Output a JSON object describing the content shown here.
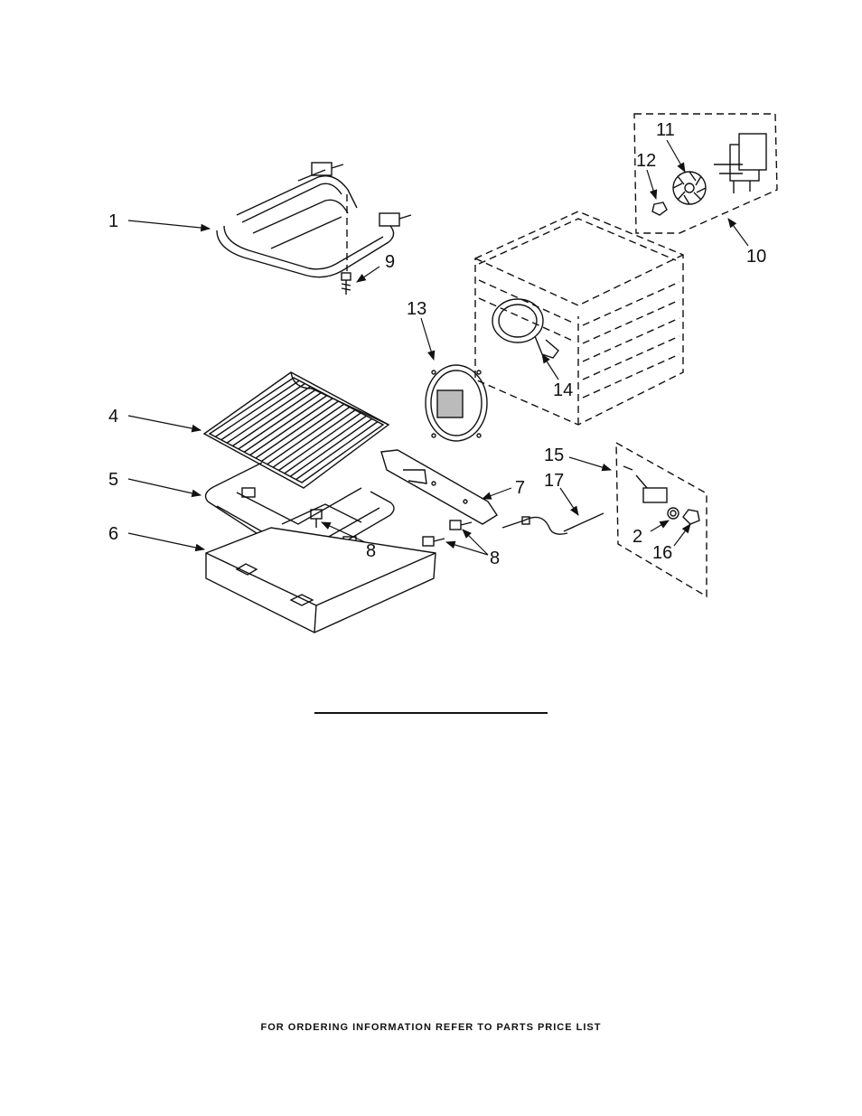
{
  "callouts": [
    {
      "id": "1",
      "label": "1"
    },
    {
      "id": "2",
      "label": "2"
    },
    {
      "id": "4",
      "label": "4"
    },
    {
      "id": "5",
      "label": "5"
    },
    {
      "id": "6",
      "label": "6"
    },
    {
      "id": "7",
      "label": "7"
    },
    {
      "id": "8a",
      "label": "8"
    },
    {
      "id": "8b",
      "label": "8"
    },
    {
      "id": "9",
      "label": "9"
    },
    {
      "id": "10",
      "label": "10"
    },
    {
      "id": "11",
      "label": "11"
    },
    {
      "id": "12",
      "label": "12"
    },
    {
      "id": "13",
      "label": "13"
    },
    {
      "id": "14",
      "label": "14"
    },
    {
      "id": "15",
      "label": "15"
    },
    {
      "id": "16",
      "label": "16"
    },
    {
      "id": "17",
      "label": "17"
    }
  ],
  "footer": {
    "text": "FOR ORDERING INFORMATION REFER TO PARTS PRICE LIST"
  },
  "colors": {
    "ink": "#111111",
    "background": "#ffffff"
  }
}
